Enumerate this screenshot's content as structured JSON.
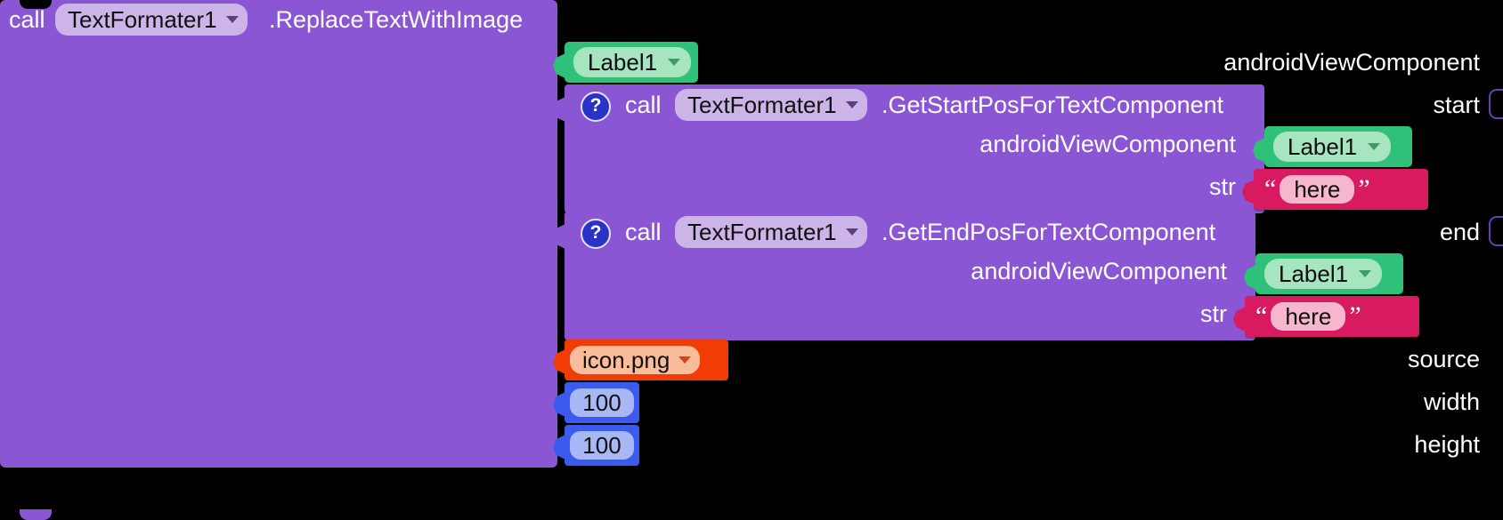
{
  "workspace": {
    "background_color": "#000000",
    "main_block": {
      "color": "#8B56D4",
      "keyword": "call",
      "component": "TextFormater1",
      "method": ".ReplaceTextWithImage",
      "dropdown_icon": "chevron-down-icon",
      "params": [
        {
          "name": "androidViewComponent"
        },
        {
          "name": "start"
        },
        {
          "name": "end"
        },
        {
          "name": "source"
        },
        {
          "name": "width"
        },
        {
          "name": "height"
        }
      ]
    },
    "component_block_1": {
      "color": "#2FC07A",
      "value": "Label1",
      "dropdown_icon": "chevron-down-icon"
    },
    "nested_call_1": {
      "color": "#8B56D4",
      "help_icon": "question-mark-icon",
      "help_glyph": "?",
      "keyword": "call",
      "component": "TextFormater1",
      "method": ".GetStartPosForTextComponent",
      "dropdown_icon": "chevron-down-icon",
      "params": [
        {
          "name": "androidViewComponent"
        },
        {
          "name": "str"
        }
      ],
      "component_value": "Label1",
      "string_value": "here",
      "quote_open": "“",
      "quote_close": "”"
    },
    "nested_call_2": {
      "color": "#8B56D4",
      "help_icon": "question-mark-icon",
      "help_glyph": "?",
      "keyword": "call",
      "component": "TextFormater1",
      "method": ".GetEndPosForTextComponent",
      "dropdown_icon": "chevron-down-icon",
      "params": [
        {
          "name": "androidViewComponent"
        },
        {
          "name": "str"
        }
      ],
      "component_value": "Label1",
      "string_value": "here",
      "quote_open": "“",
      "quote_close": "”"
    },
    "source_block": {
      "color": "#F23C06",
      "value": "icon.png",
      "dropdown_icon": "chevron-down-icon"
    },
    "width_block": {
      "color": "#3B5BEF",
      "value": "100"
    },
    "height_block": {
      "color": "#3B5BEF",
      "value": "100"
    }
  }
}
